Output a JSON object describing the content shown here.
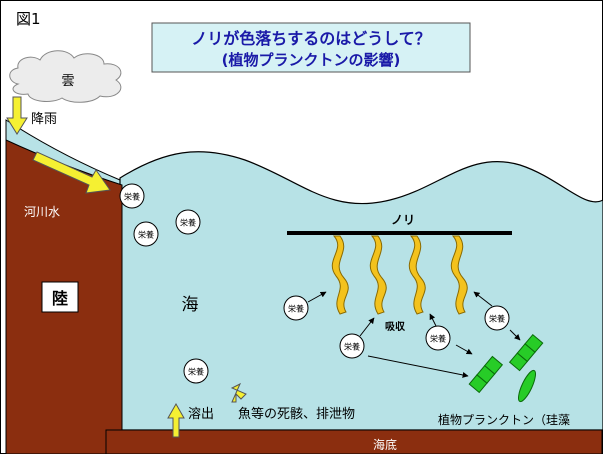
{
  "figure_label": "図1",
  "title": {
    "line1": "ノリが色落ちするのはどうして？",
    "line2": "(植物プランクトンの影響)"
  },
  "labels": {
    "cloud": "雲",
    "rain": "降雨",
    "river_water": "河川水",
    "land": "陸",
    "sea": "海",
    "nori": "ノリ",
    "absorption": "吸収",
    "dissolution": "溶出",
    "fish_remains": "魚等の死骸、排泄物",
    "phytoplankton": "植物プランクトン（珪藻",
    "seabed": "海底"
  },
  "nutrient_label": "栄養",
  "colors": {
    "sea": "#b7e2e6",
    "land": "#8b2e0f",
    "title_box": "#d6f2f5",
    "title_text": "#1a1aa8",
    "cloud": "#ececec",
    "yellow_arrow": "#f5f032",
    "nori": "#f3c21d",
    "diatom": "#27cc27"
  },
  "icons": [
    "rain-arrow-icon",
    "river-arrow-icon",
    "upward-arrow-icon",
    "up-left-arrow-icon"
  ]
}
